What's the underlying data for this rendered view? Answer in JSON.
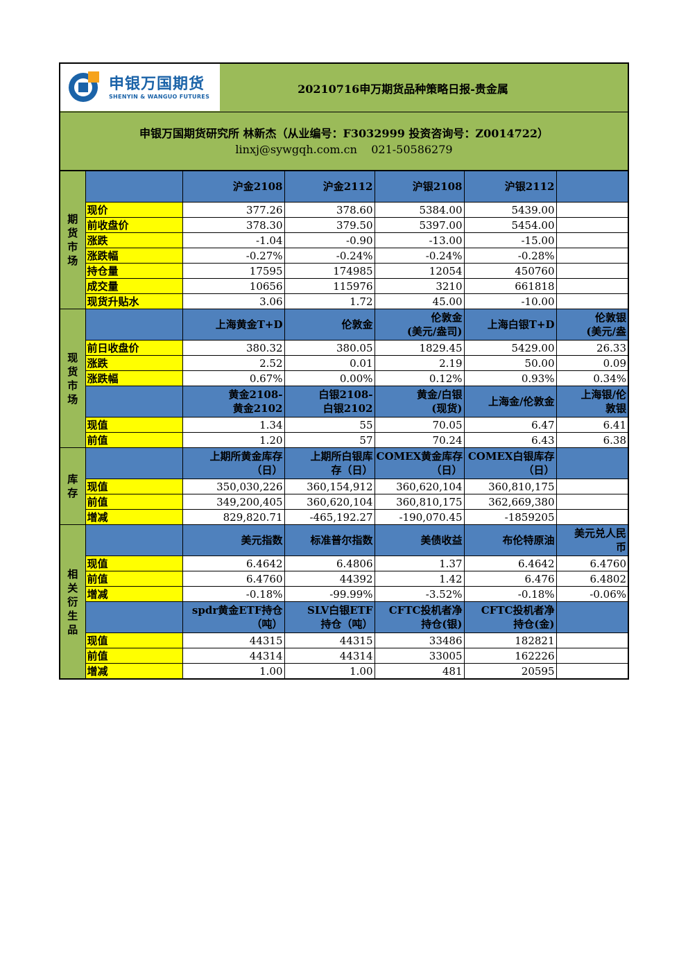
{
  "logo": {
    "cn": "申银万国期货",
    "en": "SHENYIN & WANGUO FUTURES"
  },
  "title": "20210716申万期货品种策略日报-贵金属",
  "info": {
    "line1": "申银万国期货研究所 林新杰（从业编号：F3032999 投资咨询号：Z0014722）",
    "line2": "linxj@sywgqh.com.cn    021-50586279"
  },
  "sections": {
    "futures": "期货市场",
    "spot": "现货市场",
    "inventory": "库存",
    "derivatives": "相关衍生品"
  },
  "futures": {
    "headers": [
      "沪金2108",
      "沪金2112",
      "沪银2108",
      "沪银2112",
      ""
    ],
    "rows": [
      {
        "label": "现价",
        "values": [
          "377.26",
          "378.60",
          "5384.00",
          "5439.00",
          ""
        ]
      },
      {
        "label": "前收盘价",
        "values": [
          "378.30",
          "379.50",
          "5397.00",
          "5454.00",
          ""
        ]
      },
      {
        "label": "涨跌",
        "values": [
          "-1.04",
          "-0.90",
          "-13.00",
          "-15.00",
          ""
        ]
      },
      {
        "label": "涨跌幅",
        "values": [
          "-0.27%",
          "-0.24%",
          "-0.24%",
          "-0.28%",
          ""
        ]
      },
      {
        "label": "持仓量",
        "values": [
          "17595",
          "174985",
          "12054",
          "450760",
          ""
        ]
      },
      {
        "label": "成交量",
        "values": [
          "10656",
          "115976",
          "3210",
          "661818",
          ""
        ]
      },
      {
        "label": "现货升贴水",
        "values": [
          "3.06",
          "1.72",
          "45.00",
          "-10.00",
          ""
        ]
      }
    ]
  },
  "spot": {
    "headers": [
      "上海黄金T+D",
      "伦敦金",
      "伦敦金(美元/盎司)",
      "上海白银T+D",
      "伦敦银(美元/盎"
    ],
    "headers_display": [
      [
        "上海黄金T+D"
      ],
      [
        "伦敦金"
      ],
      [
        "伦敦金",
        "(美元/盎司)"
      ],
      [
        "上海白银T+D"
      ],
      [
        "伦敦银",
        "(美元/盎"
      ]
    ],
    "rows": [
      {
        "label": "前日收盘价",
        "values": [
          "380.32",
          "380.05",
          "1829.45",
          "5429.00",
          "26.33"
        ]
      },
      {
        "label": "涨跌",
        "values": [
          "2.52",
          "0.01",
          "2.19",
          "50.00",
          "0.09"
        ]
      },
      {
        "label": "涨跌幅",
        "values": [
          "0.67%",
          "0.00%",
          "0.12%",
          "0.93%",
          "0.34%"
        ]
      }
    ],
    "headers2": [
      [
        "黄金2108-",
        "黄金2102"
      ],
      [
        "白银2108-",
        "白银2102"
      ],
      [
        "黄金/白银",
        "(现货)"
      ],
      [
        "上海金/伦敦金"
      ],
      [
        "上海银/伦",
        "敦银"
      ]
    ],
    "rows2": [
      {
        "label": "现值",
        "values": [
          "1.34",
          "55",
          "70.05",
          "6.47",
          "6.41"
        ]
      },
      {
        "label": "前值",
        "values": [
          "1.20",
          "57",
          "70.24",
          "6.43",
          "6.38"
        ]
      }
    ]
  },
  "inventory": {
    "headers": [
      [
        "上期所黄金库存",
        "（日）"
      ],
      [
        "上期所白银库",
        "存（日）"
      ],
      [
        "COMEX黄金库存",
        "（日）"
      ],
      [
        "COMEX白银库存",
        "（日）"
      ],
      [
        ""
      ]
    ],
    "rows": [
      {
        "label": "现值",
        "values": [
          "350,030,226",
          "360,154,912",
          "360,620,104",
          "360,810,175",
          ""
        ]
      },
      {
        "label": "前值",
        "values": [
          "349,200,405",
          "360,620,104",
          "360,810,175",
          "362,669,380",
          ""
        ]
      },
      {
        "label": "增减",
        "values": [
          "829,820.71",
          "-465,192.27",
          "-190,070.45",
          "-1859205",
          ""
        ]
      }
    ]
  },
  "derivatives": {
    "headers": [
      [
        "美元指数"
      ],
      [
        "标准普尔指数"
      ],
      [
        "美债收益"
      ],
      [
        "布伦特原油"
      ],
      [
        "美元兑人民",
        "币"
      ]
    ],
    "rows": [
      {
        "label": "现值",
        "values": [
          "6.4642",
          "6.4806",
          "1.37",
          "6.4642",
          "6.4760"
        ]
      },
      {
        "label": "前值",
        "values": [
          "6.4760",
          "44392",
          "1.42",
          "6.476",
          "6.4802"
        ]
      },
      {
        "label": "增减",
        "values": [
          "-0.18%",
          "-99.99%",
          "-3.52%",
          "-0.18%",
          "-0.06%"
        ]
      }
    ],
    "headers2": [
      [
        "spdr黄金ETF持仓",
        "（吨）"
      ],
      [
        "SLV白银ETF",
        "持仓（吨）"
      ],
      [
        "CFTC投机者净",
        "持仓(银)"
      ],
      [
        "CFTC投机者净",
        "持仓(金)"
      ],
      [
        ""
      ]
    ],
    "rows2": [
      {
        "label": "现值",
        "values": [
          "44315",
          "44315",
          "33486",
          "182821",
          ""
        ]
      },
      {
        "label": "前值",
        "values": [
          "44314",
          "44314",
          "33005",
          "162226",
          ""
        ]
      },
      {
        "label": "增减",
        "values": [
          "1.00",
          "1.00",
          "481",
          "20595",
          ""
        ]
      }
    ]
  }
}
